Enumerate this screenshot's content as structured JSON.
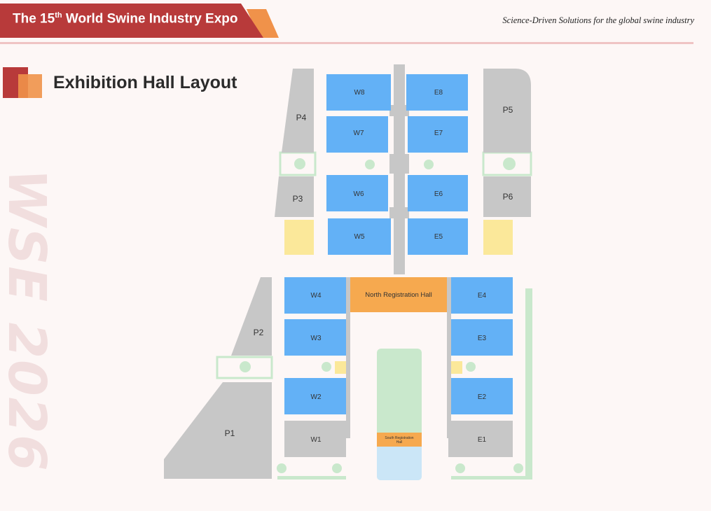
{
  "header": {
    "title_prefix": "The 15",
    "title_sup": "th",
    "title_suffix": " World Swine Industry Expo",
    "tagline": "Science-Driven Solutions  for the global swine industry"
  },
  "section": {
    "title": "Exhibition Hall Layout"
  },
  "watermark": {
    "text": "WSE 2026"
  },
  "colors": {
    "banner_red": "#b83a3a",
    "banner_orange": "#f0924a",
    "hall_blue": "#63b1f6",
    "parking_gray": "#c7c7c7",
    "registration_orange": "#f6a94f",
    "green_space": "#c9e8cc",
    "yellow_block": "#fbe89a",
    "water_blue": "#cbe6f7"
  },
  "halls": {
    "W8": "W8",
    "W7": "W7",
    "W6": "W6",
    "W5": "W5",
    "E8": "E8",
    "E7": "E7",
    "E6": "E6",
    "E5": "E5",
    "W4": "W4",
    "W3": "W3",
    "W2": "W2",
    "W1": "W1",
    "E4": "E4",
    "E3": "E3",
    "E2": "E2",
    "E1": "E1"
  },
  "parking": {
    "P1": "P1",
    "P2": "P2",
    "P3": "P3",
    "P4": "P4",
    "P5": "P5",
    "P6": "P6"
  },
  "registration": {
    "north": "North Registration Hall",
    "south_line1": "South Registration",
    "south_line2": "Hall"
  }
}
